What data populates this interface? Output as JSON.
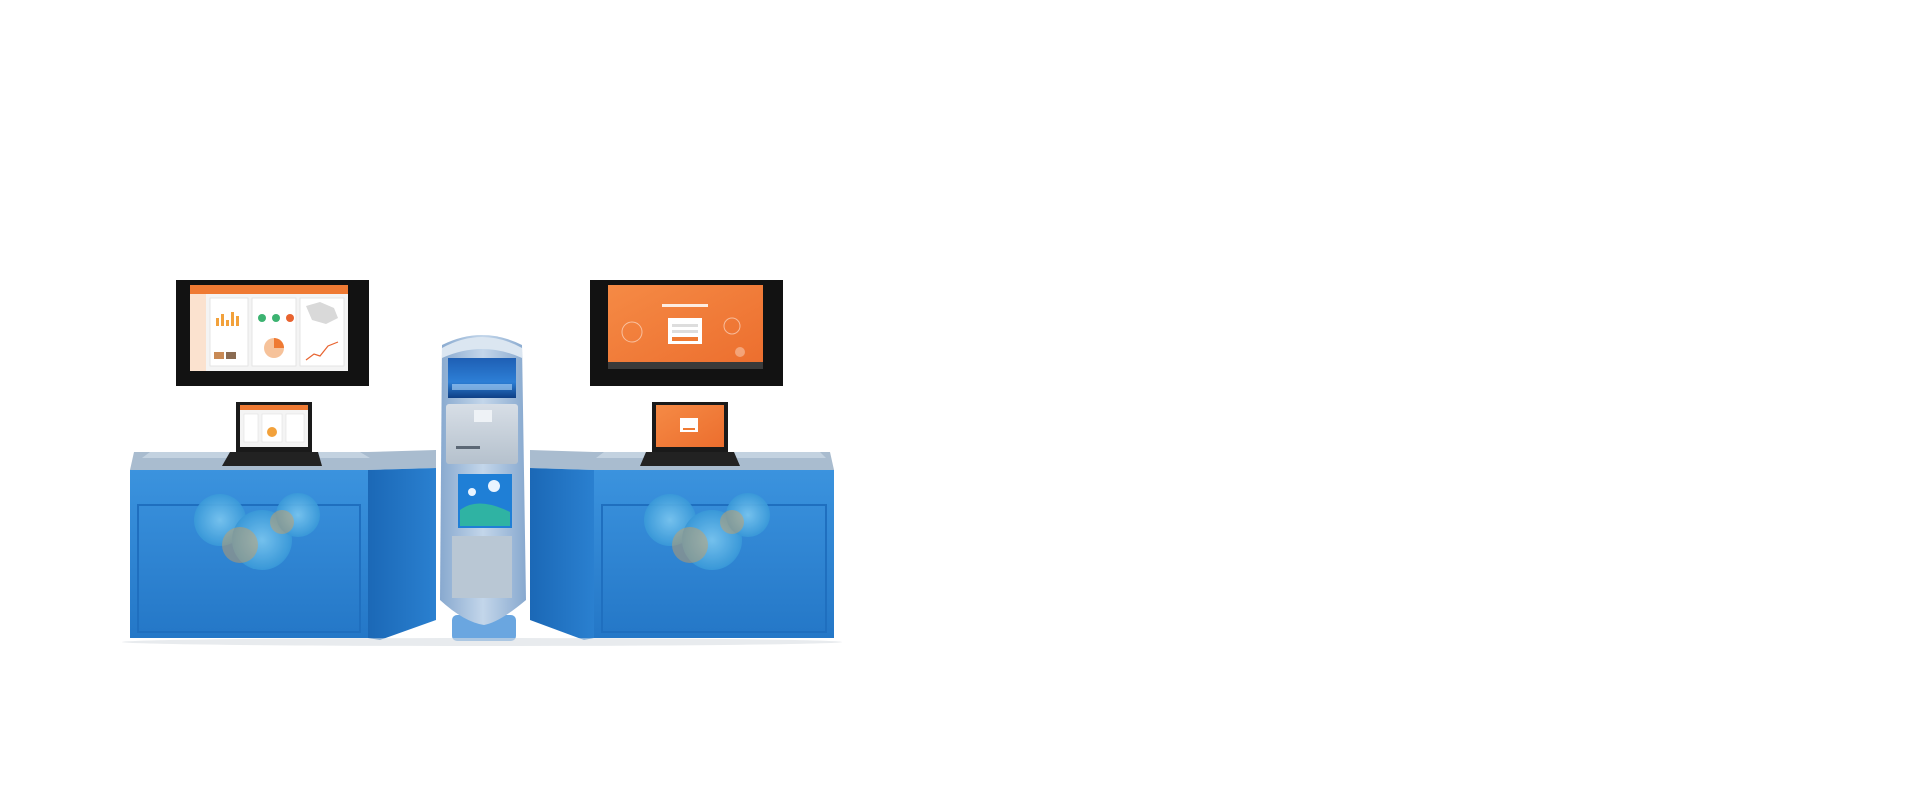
{
  "scene": {
    "background": "#ffffff",
    "colors": {
      "desk_front": "#2e86d6",
      "desk_side": "#1f6fbf",
      "desk_top": "#9fb6cc",
      "orange_screen": "#f07a3a",
      "monitor_bezel": "#121212",
      "kiosk_body": "#a9c4e2",
      "kiosk_panel": "#c9d2dc"
    },
    "objects": [
      {
        "kind": "desk",
        "position": "left"
      },
      {
        "kind": "desk",
        "position": "right"
      },
      {
        "kind": "kiosk",
        "position": "center"
      },
      {
        "kind": "monitor",
        "position": "left",
        "content": "dashboard"
      },
      {
        "kind": "monitor",
        "position": "right",
        "content": "orange-login-screen"
      },
      {
        "kind": "laptop",
        "position": "left",
        "content": "dashboard"
      },
      {
        "kind": "laptop",
        "position": "right",
        "content": "orange-login-screen"
      }
    ]
  }
}
